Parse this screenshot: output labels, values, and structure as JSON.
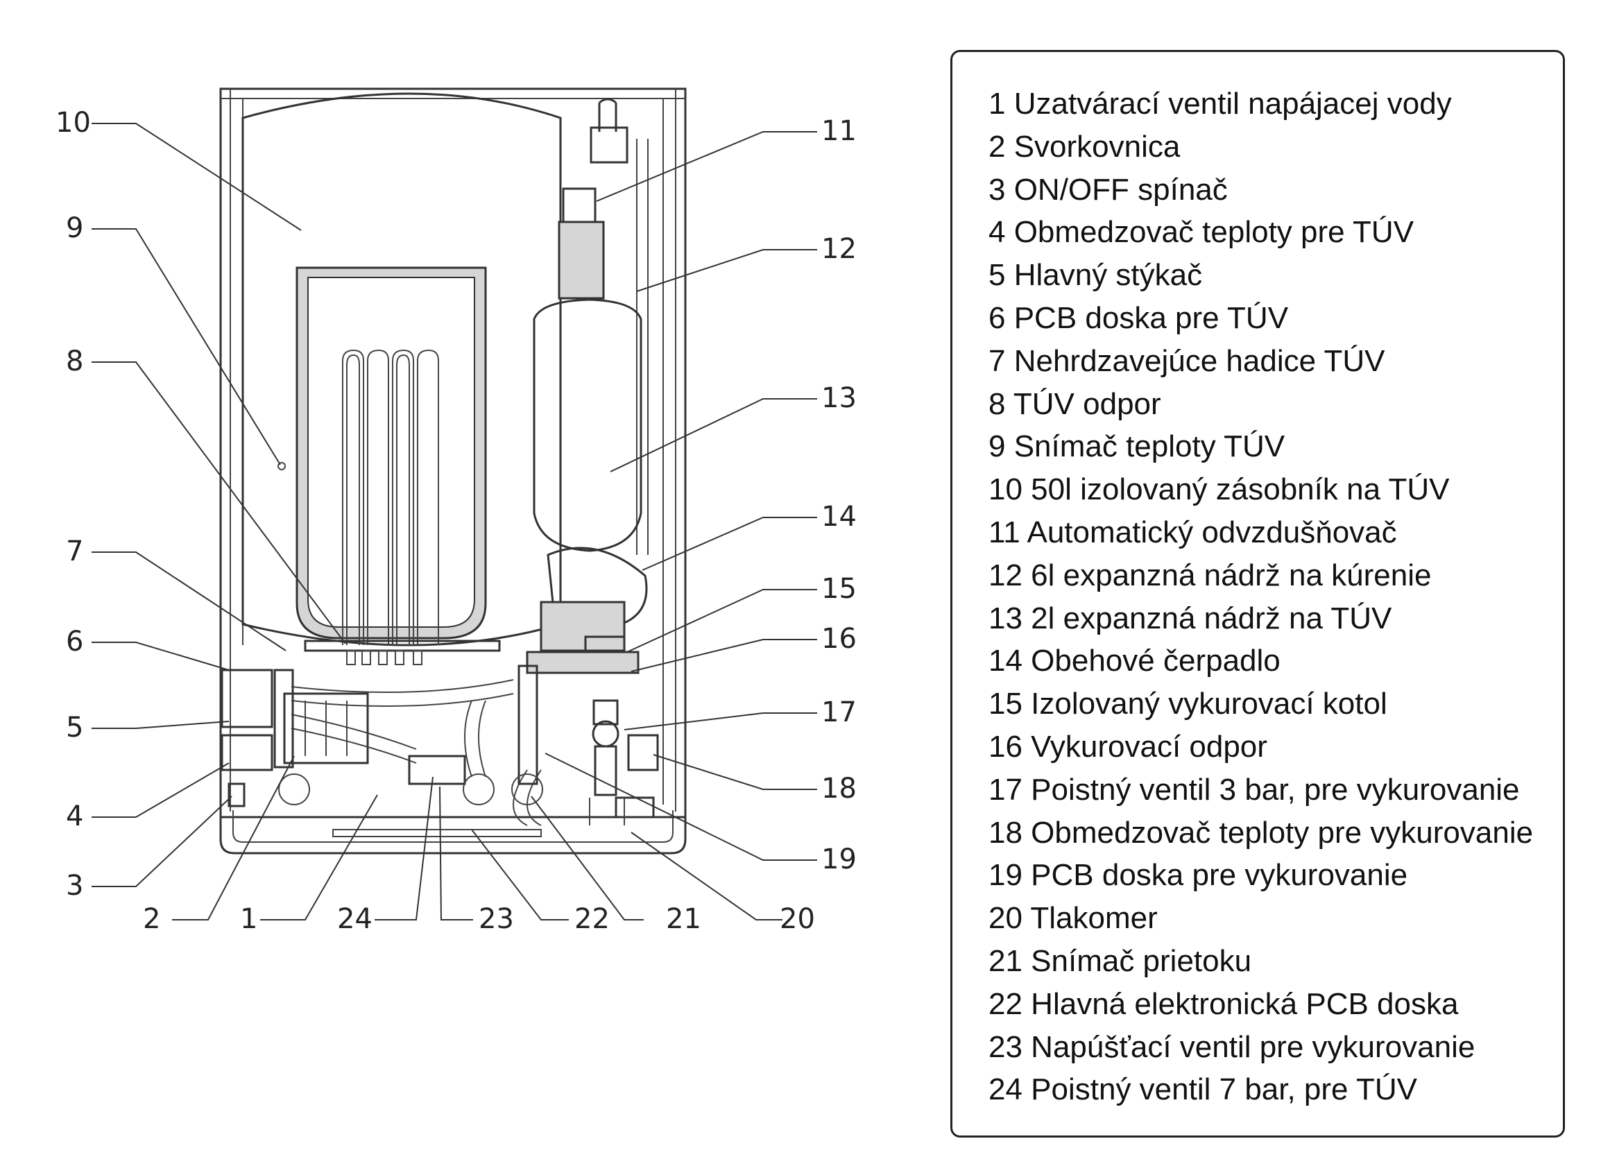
{
  "callouts": [
    "1",
    "2",
    "3",
    "4",
    "5",
    "6",
    "7",
    "8",
    "9",
    "10",
    "11",
    "12",
    "13",
    "14",
    "15",
    "16",
    "17",
    "18",
    "19",
    "20",
    "21",
    "22",
    "23",
    "24"
  ],
  "legend": [
    "1 Uzatvárací ventil napájacej vody",
    "2 Svorkovnica",
    "3 ON/OFF spínač",
    "4 Obmedzovač teploty pre TÚV",
    "5 Hlavný stýkač",
    "6 PCB doska pre TÚV",
    "7 Nehrdzavejúce hadice TÚV",
    "8 TÚV odpor",
    "9 Snímač teploty TÚV",
    "10 50l izolovaný zásobník na TÚV",
    "11 Automatický odvzdušňovač",
    "12 6l expanzná nádrž na kúrenie",
    "13 2l expanzná nádrž na TÚV",
    "14 Obehové čerpadlo",
    "15 Izolovaný vykurovací kotol",
    "16 Vykurovací odpor",
    "17 Poistný ventil 3 bar, pre vykurovanie",
    "18 Obmedzovač teploty pre vykurovanie",
    "19 PCB doska pre vykurovanie",
    "20 Tlakomer",
    "21 Snímač prietoku",
    "22 Hlavná elektronická PCB doska",
    "23 Napúšťací ventil pre vykurovanie",
    "24 Poistný ventil 7 bar, pre TÚV"
  ]
}
